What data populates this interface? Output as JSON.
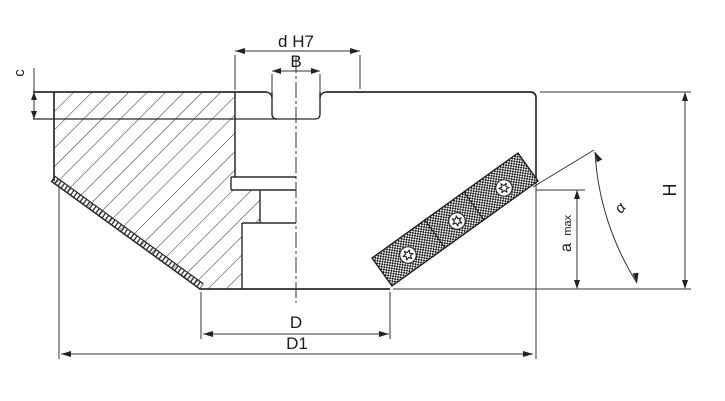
{
  "drawing": {
    "type": "chamfer-mill-cross-section",
    "labels": {
      "bore_diameter": "d H7",
      "keyway_width": "B",
      "land_height": "c",
      "tool_height": "H",
      "face_diameter": "D",
      "outer_diameter": "D1",
      "depth_letter": "a",
      "depth_sub": "max",
      "chamfer_angle": "α"
    },
    "colors": {
      "line": "#2b2b2b",
      "thin_line": "#3a3a3a",
      "hatch": "#3a3a3a",
      "insert_dark": "#1e1e1e",
      "background": "#ffffff"
    }
  }
}
